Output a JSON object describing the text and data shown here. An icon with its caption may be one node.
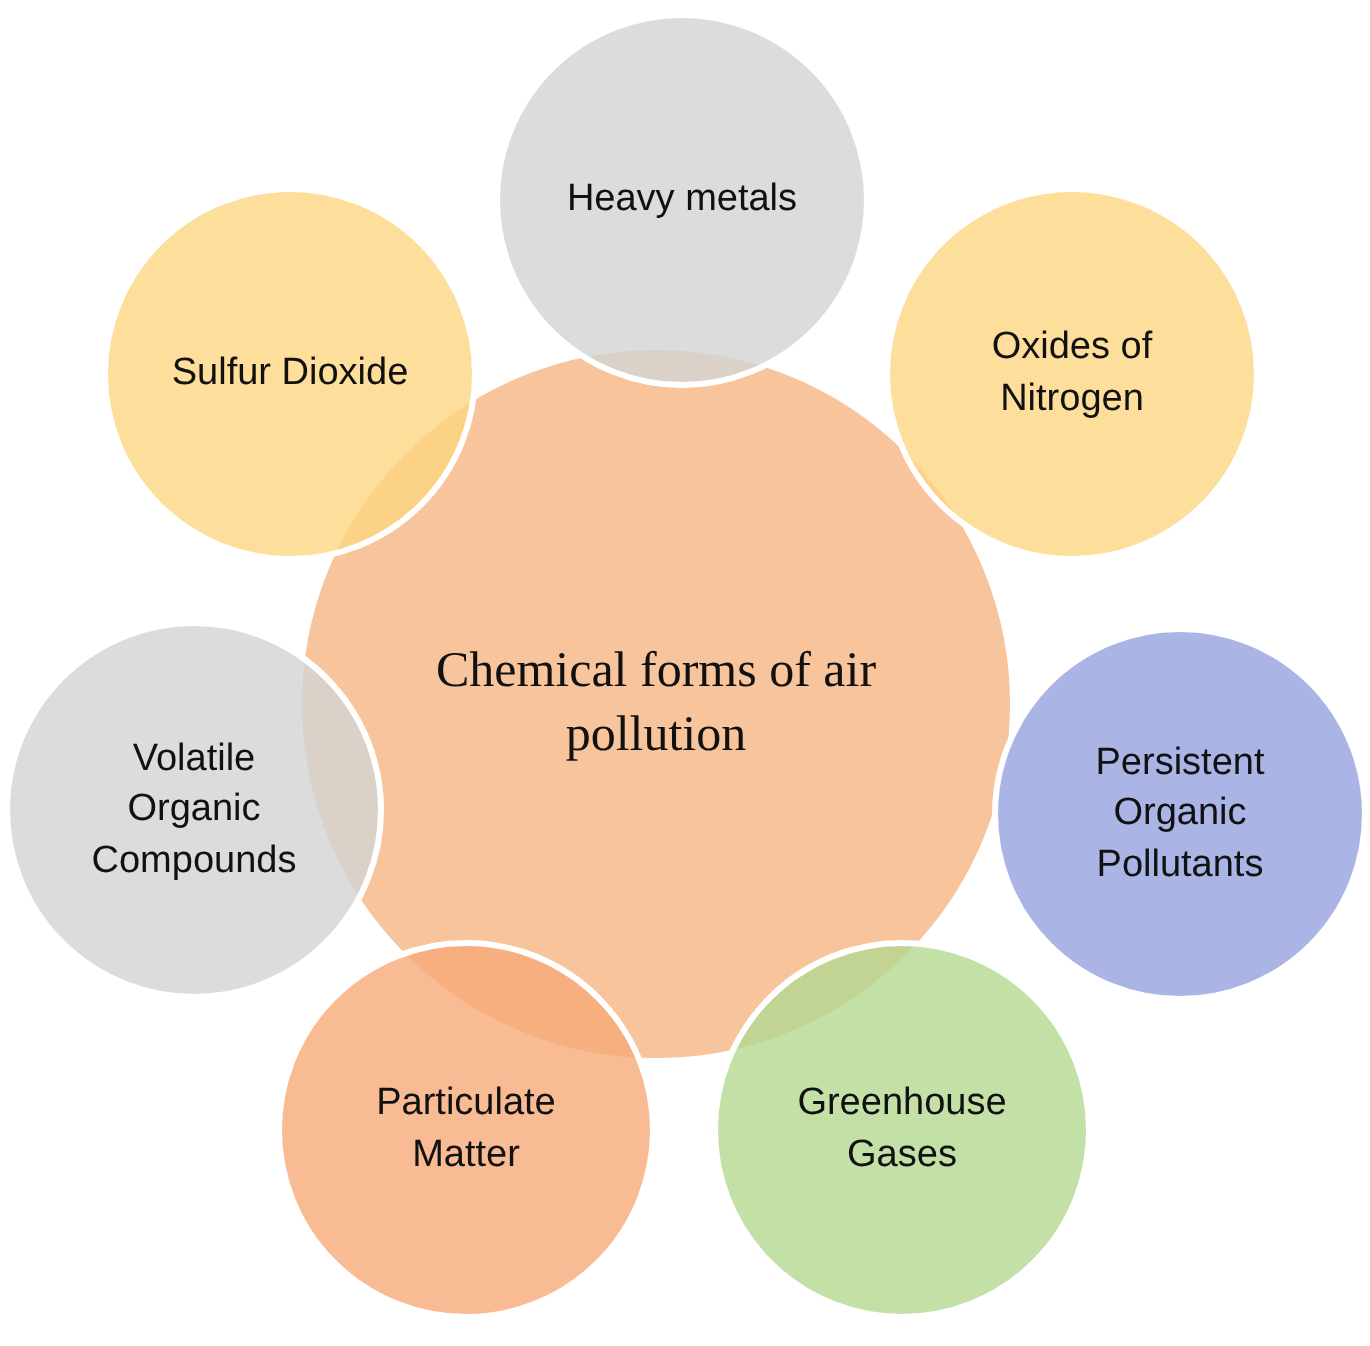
{
  "diagram": {
    "nodes": [
      {
        "text": [
          "Chemical forms of air pollution"
        ]
      },
      {
        "text": [
          "Heavy metals"
        ]
      },
      {
        "text": [
          "Oxides of Nitrogen"
        ]
      },
      {
        "text": [
          "Persistent Organic Pollutants"
        ]
      },
      {
        "text": [
          "Greenhouse Gases"
        ]
      },
      {
        "text": [
          "Particulate Matter"
        ]
      },
      {
        "text": [
          "Volatile Organic Compounds"
        ]
      },
      {
        "text": [
          "Sulfur Dioxide"
        ]
      }
    ]
  }
}
